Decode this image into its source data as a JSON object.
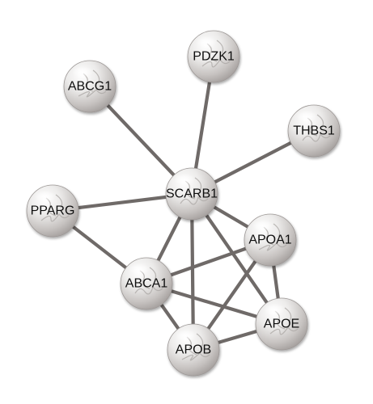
{
  "network": {
    "nodes": [
      {
        "id": "SCARB1",
        "label": "SCARB1"
      },
      {
        "id": "PDZK1",
        "label": "PDZK1"
      },
      {
        "id": "ABCG1",
        "label": "ABCG1"
      },
      {
        "id": "THBS1",
        "label": "THBS1"
      },
      {
        "id": "PPARG",
        "label": "PPARG"
      },
      {
        "id": "APOA1",
        "label": "APOA1"
      },
      {
        "id": "ABCA1",
        "label": "ABCA1"
      },
      {
        "id": "APOE",
        "label": "APOE"
      },
      {
        "id": "APOB",
        "label": "APOB"
      }
    ],
    "edges": [
      [
        "SCARB1",
        "PDZK1"
      ],
      [
        "SCARB1",
        "ABCG1"
      ],
      [
        "SCARB1",
        "THBS1"
      ],
      [
        "SCARB1",
        "PPARG"
      ],
      [
        "SCARB1",
        "APOA1"
      ],
      [
        "SCARB1",
        "ABCA1"
      ],
      [
        "SCARB1",
        "APOE"
      ],
      [
        "SCARB1",
        "APOB"
      ],
      [
        "ABCA1",
        "APOA1"
      ],
      [
        "ABCA1",
        "APOE"
      ],
      [
        "ABCA1",
        "APOB"
      ],
      [
        "APOA1",
        "APOE"
      ],
      [
        "APOA1",
        "APOB"
      ],
      [
        "APOE",
        "APOB"
      ],
      [
        "PPARG",
        "ABCA1"
      ]
    ]
  }
}
